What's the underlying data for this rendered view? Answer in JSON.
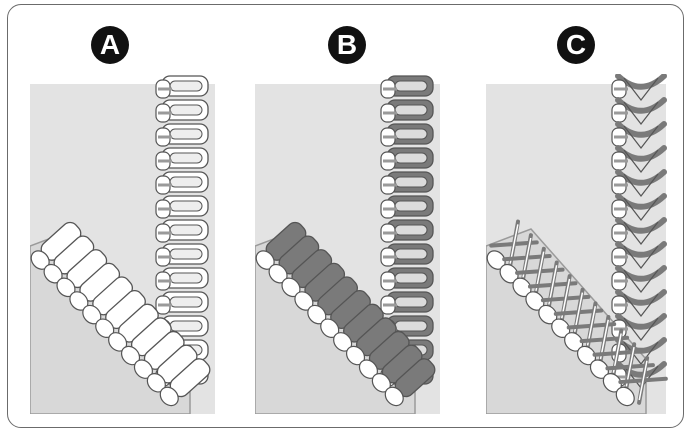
{
  "panels": [
    {
      "label": "A",
      "style": "all-white-overlock"
    },
    {
      "label": "B",
      "style": "grey-loopers-white-needle"
    },
    {
      "label": "C",
      "style": "grey-crossed-loopers-white-needle"
    }
  ],
  "colors": {
    "fabric": "#e3e3e3",
    "fabric_edge": "#9a9a9a",
    "thread_white": "#ffffff",
    "thread_grey": "#7a7a7a",
    "outline": "#555555",
    "badge": "#111111",
    "frame": "#6b6b6b"
  }
}
